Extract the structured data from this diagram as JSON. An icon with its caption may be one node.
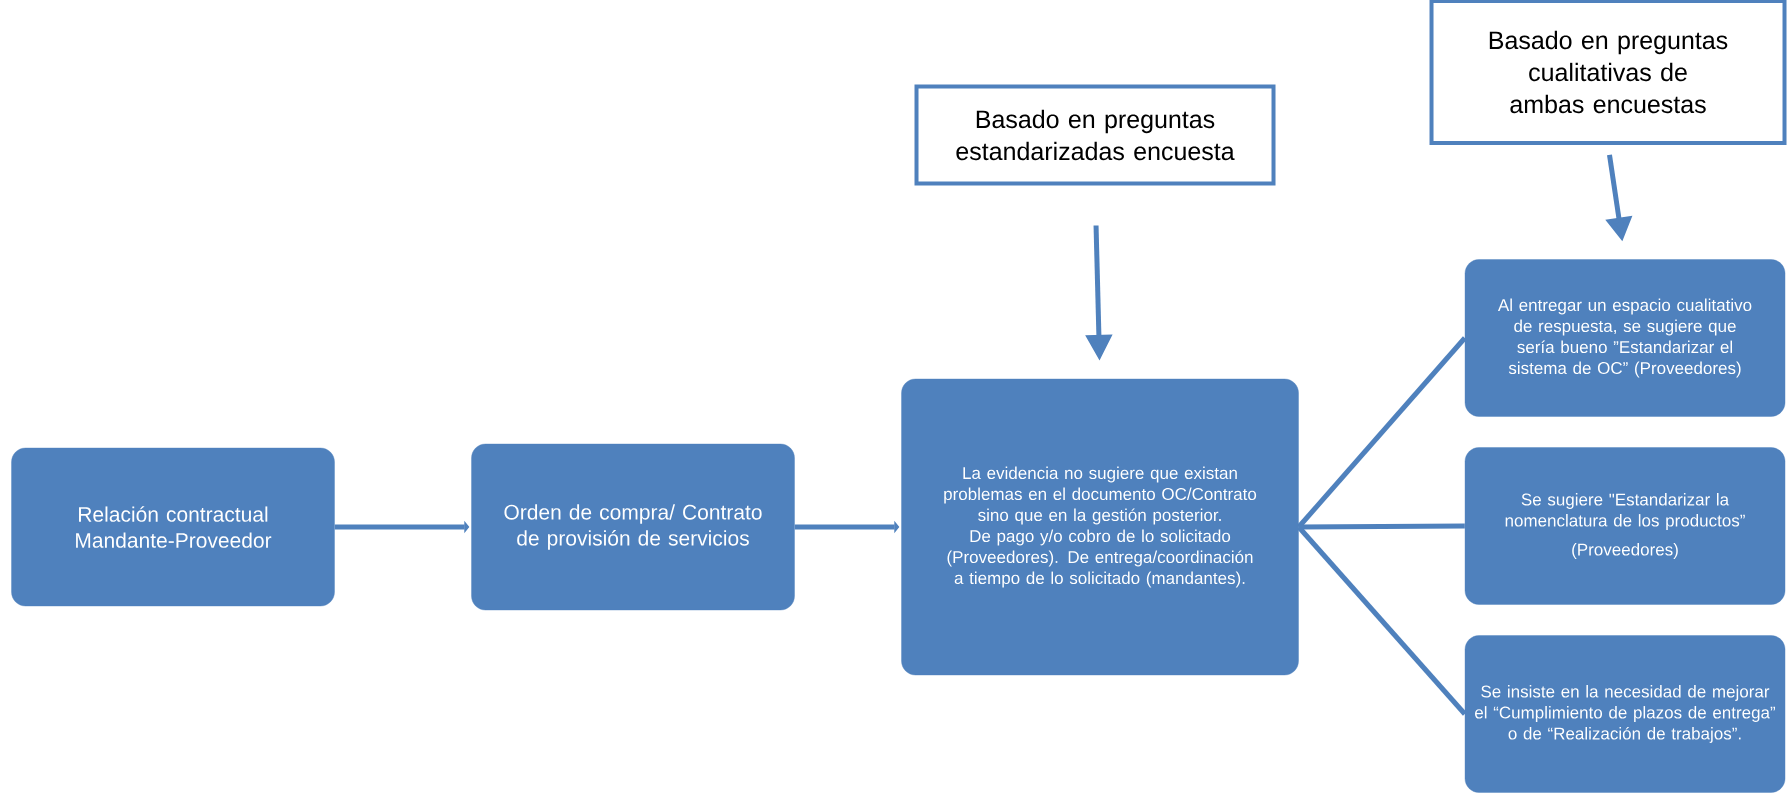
{
  "diagram": {
    "nodes": [
      {
        "text": [
          "Relación contractual Mandante-Proveedor"
        ]
      },
      {
        "text": [
          "Orden de compra/ Contrato de provisión de servicios"
        ]
      },
      {
        "text": [
          "La evidencia no sugiere que existan problemas en el documento OC/Contrato sino que en la gestión posterior. De pago y/o cobro de lo solicitado (Proveedores). De entrega/coordinación a tiempo de lo solicitado (mandantes)."
        ]
      },
      {
        "text": [
          "Basado en preguntas estandarizadas encuesta"
        ]
      },
      {
        "text": [
          "Basado en preguntas cualitativas de ambas encuestas"
        ]
      },
      {
        "text": [
          "Al entregar un espacio cualitativo de respuesta, se sugiere que sería bueno ”Estandarizar el sistema de OC” (Proveedores)"
        ]
      },
      {
        "text": [
          "Se sugiere \"Estandarizar la nomenclatura de los productos”",
          "(Proveedores)"
        ]
      },
      {
        "text": [
          "Se insiste en la necesidad de mejorar el “Cumplimiento de plazos de entrega” o de “Realización de trabajos”."
        ]
      }
    ],
    "edges": [
      {
        "from": 0,
        "to": 1,
        "arrow": "to"
      },
      {
        "from": 1,
        "to": 2,
        "arrow": "to"
      },
      {
        "from": 3,
        "to": 2,
        "arrow": "to"
      },
      {
        "from": 4,
        "to": 5,
        "arrow": "to"
      },
      {
        "from": 2,
        "to": 5,
        "arrow": "none"
      },
      {
        "from": 2,
        "to": 6,
        "arrow": "none"
      },
      {
        "from": 2,
        "to": 7,
        "arrow": "none"
      }
    ]
  }
}
